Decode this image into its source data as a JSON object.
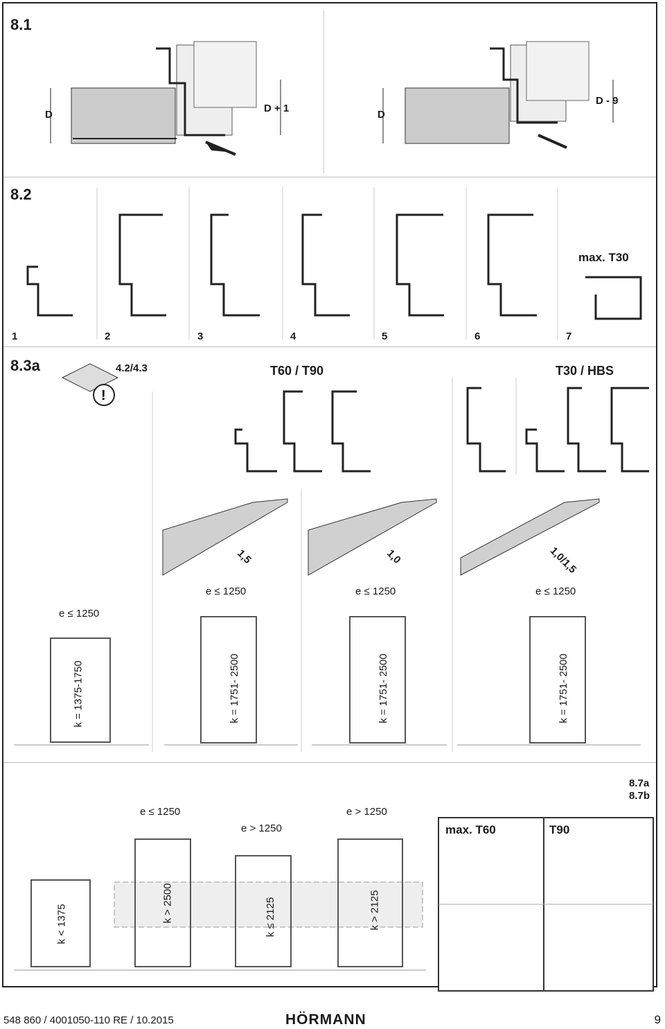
{
  "sections": {
    "s81": {
      "title": "8.1",
      "dims": [
        "D",
        "D + 1",
        "D",
        "D - 9"
      ]
    },
    "s82": {
      "title": "8.2",
      "profiles": [
        "1",
        "2",
        "3",
        "4",
        "5",
        "6",
        "7"
      ],
      "max_label": "max. T30"
    },
    "s83a": {
      "title": "8.3a",
      "ref": "4.2/4.3",
      "group1": "T60 / T90",
      "group2": "T30 / HBS",
      "thickness": [
        "1,5",
        "1,0",
        "1,0/1,5"
      ],
      "frames": [
        {
          "e": "e ≤ 1250",
          "k": "k = 1375-1750"
        },
        {
          "e": "e ≤ 1250",
          "k": "k = 1751- 2500"
        },
        {
          "e": "e ≤ 1250",
          "k": "k = 1751- 2500"
        },
        {
          "e": "e ≤ 1250",
          "k": "k = 1751- 2500"
        }
      ]
    },
    "s84": {
      "frames": [
        {
          "e": "",
          "k": "k < 1375"
        },
        {
          "e": "e ≤ 1250",
          "k": "k > 2500"
        },
        {
          "e": "e > 1250",
          "k": "k ≤ 2125"
        },
        {
          "e": "e > 1250",
          "k": "k > 2125"
        }
      ],
      "ref": [
        "8.7a",
        "8.7b"
      ],
      "panel_left": "max. T60",
      "panel_right": "T90"
    }
  },
  "footer": {
    "doc": "548 860 / 4001050-110  RE / 10.2015",
    "logo": "HÖRMANN",
    "page": "9"
  },
  "colors": {
    "line": "#222222",
    "fill": "#d9d9d9",
    "hatch": "#e8e8e8"
  }
}
